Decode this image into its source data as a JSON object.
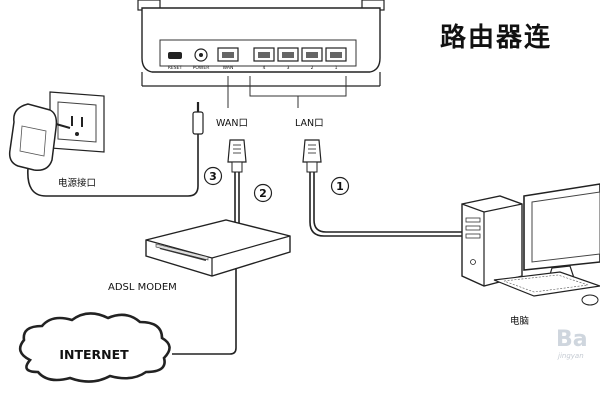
{
  "title": "路由器连",
  "router": {
    "port_labels": [
      "RESET",
      "POWER",
      "WAN",
      "4",
      "3",
      "2",
      "1"
    ],
    "callout_wan": "WAN口",
    "callout_lan": "LAN口"
  },
  "devices": {
    "power_label": "电源接口",
    "modem_label": "ADSL MODEM",
    "internet_label": "INTERNET",
    "computer_label": "电脑"
  },
  "steps": [
    "1",
    "2",
    "3"
  ],
  "watermark": {
    "text": "Ba",
    "sub": "jingyan"
  }
}
